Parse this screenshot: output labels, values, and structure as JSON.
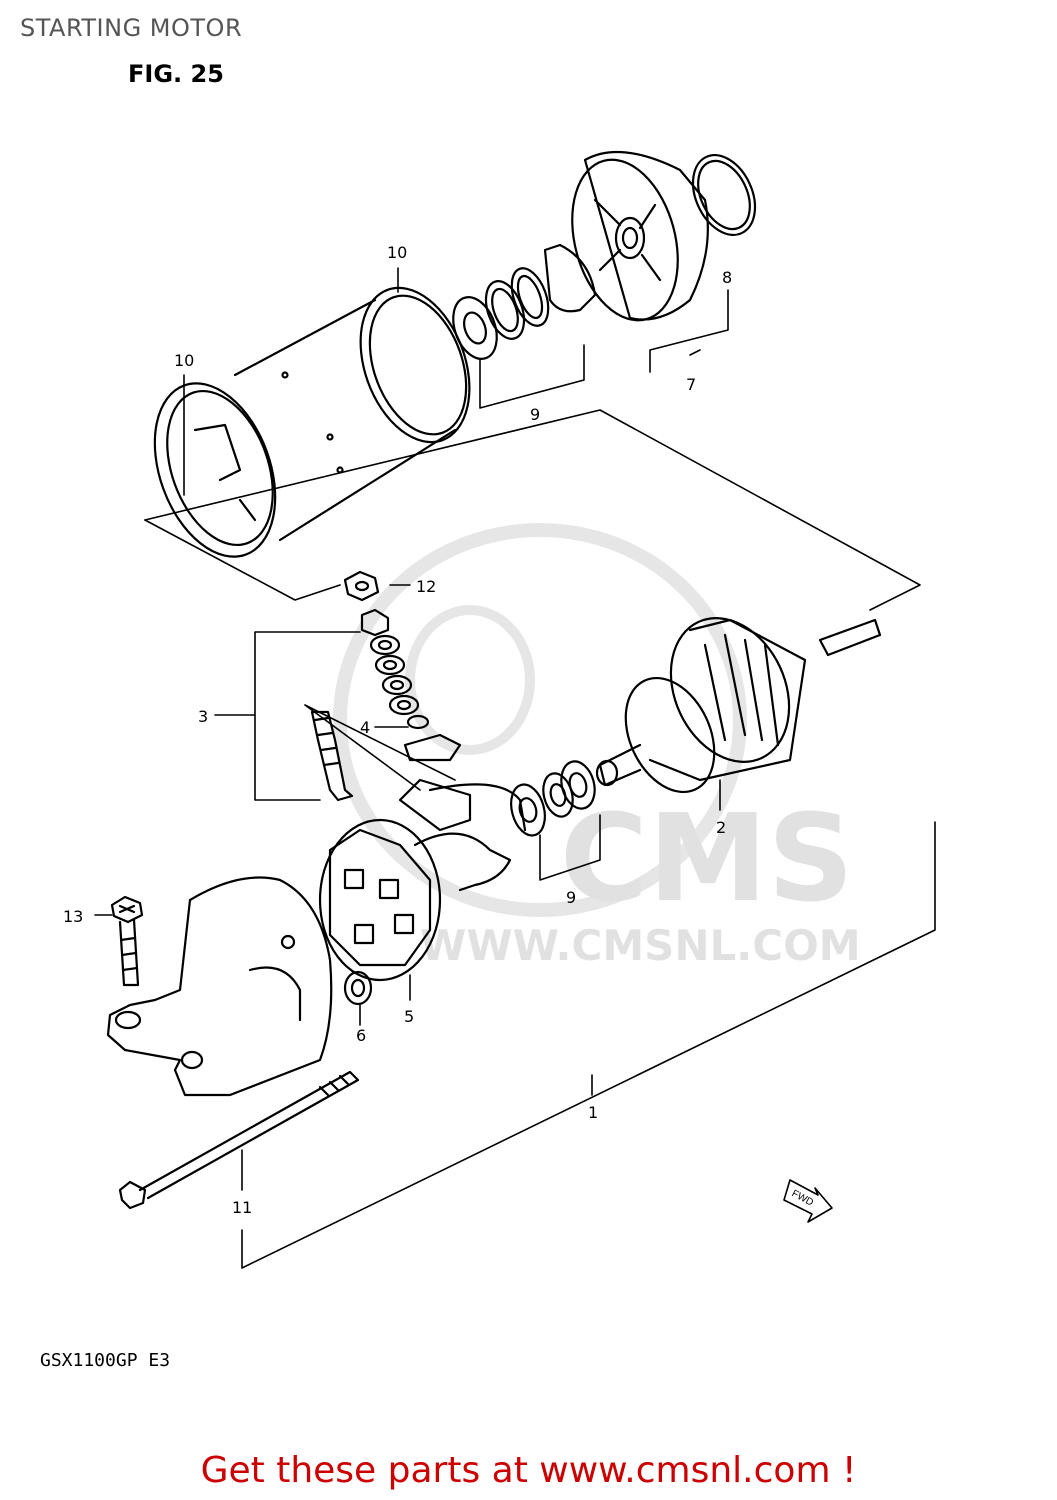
{
  "header": {
    "title": "STARTING MOTOR",
    "figure": "FIG. 25"
  },
  "model_code": "GSX1100GP  E3",
  "watermark": {
    "brand": "CMS",
    "site": "WWW.CMSNL.COM"
  },
  "fwd_marker": "FWD",
  "callouts": [
    {
      "id": "1",
      "label": "1"
    },
    {
      "id": "2",
      "label": "2"
    },
    {
      "id": "3",
      "label": "3"
    },
    {
      "id": "4",
      "label": "4"
    },
    {
      "id": "5",
      "label": "5"
    },
    {
      "id": "6",
      "label": "6"
    },
    {
      "id": "7",
      "label": "7"
    },
    {
      "id": "8",
      "label": "8"
    },
    {
      "id": "9a",
      "label": "9"
    },
    {
      "id": "9b",
      "label": "9"
    },
    {
      "id": "10a",
      "label": "10"
    },
    {
      "id": "10b",
      "label": "10"
    },
    {
      "id": "11",
      "label": "11"
    },
    {
      "id": "12",
      "label": "12"
    },
    {
      "id": "13",
      "label": "13"
    }
  ],
  "footer": {
    "link_text": "Get these parts at www.cmsnl.com !"
  },
  "colors": {
    "line": "#000000",
    "footer": "#cc0000",
    "watermark": "#d0d0d0",
    "title": "#555555"
  }
}
